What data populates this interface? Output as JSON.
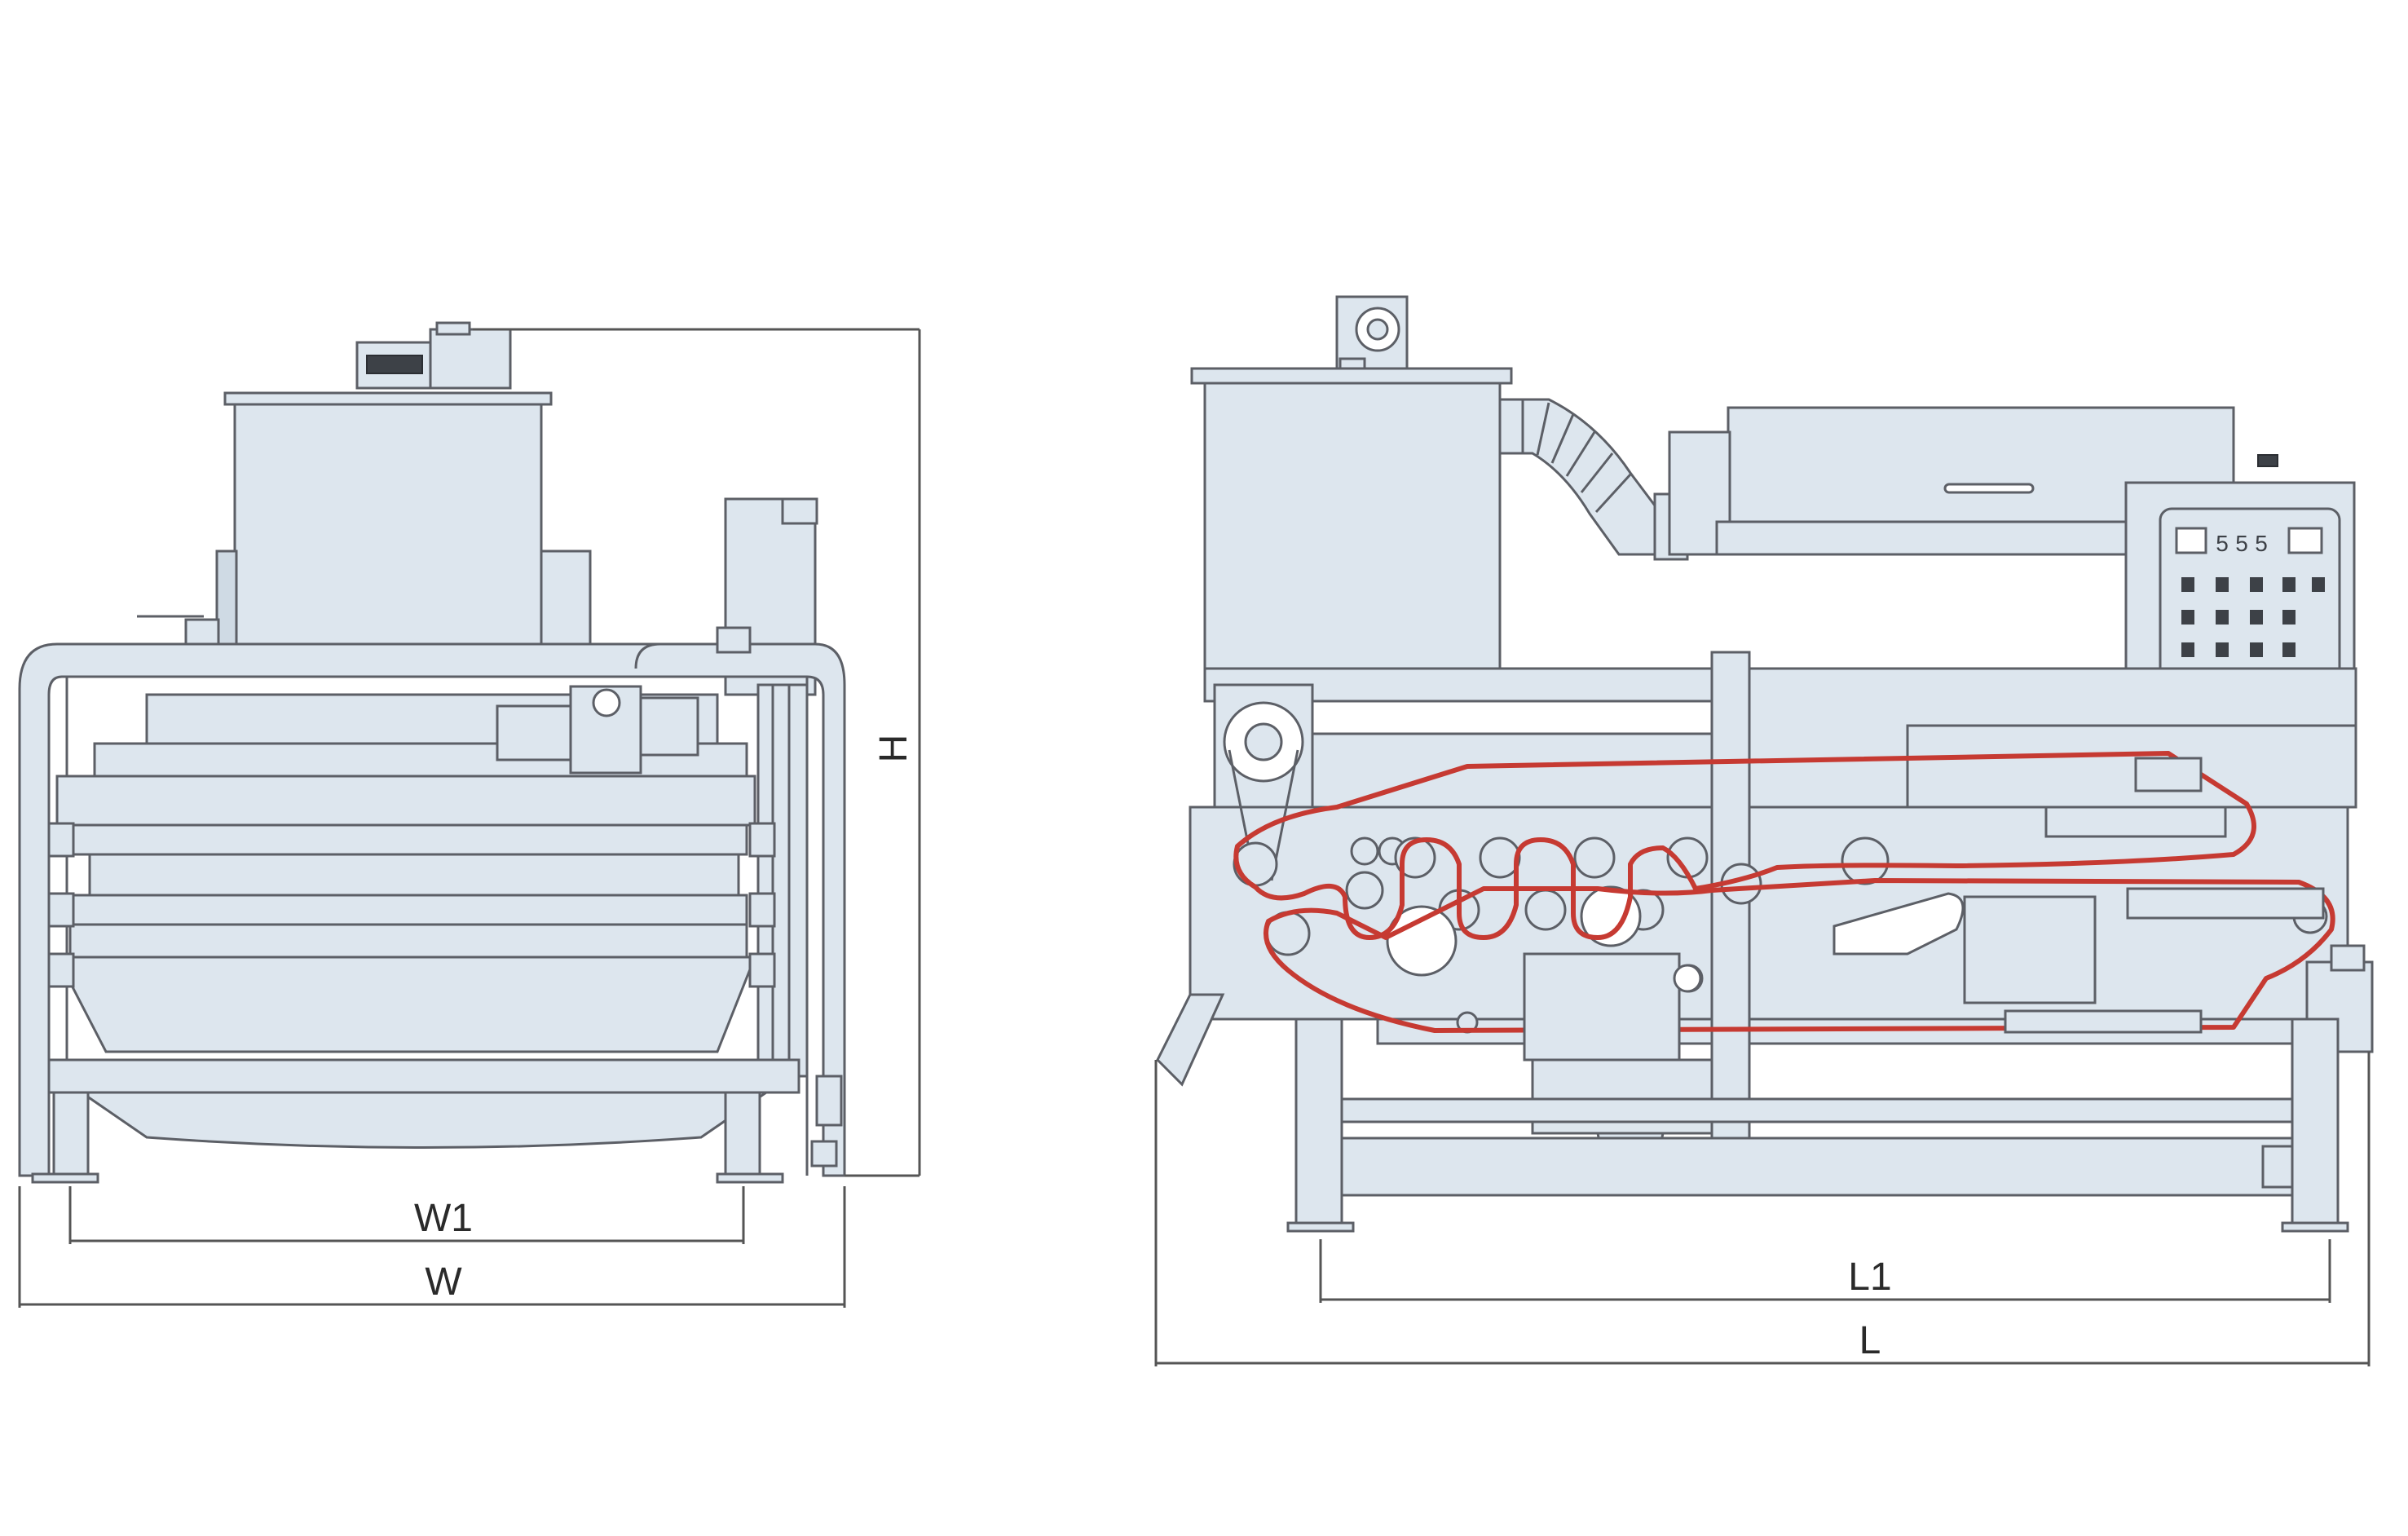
{
  "front_view": {
    "dimensions": {
      "height_label": "H",
      "inner_width_label": "W1",
      "overall_width_label": "W"
    }
  },
  "side_view": {
    "dimensions": {
      "inner_length_label": "L1",
      "overall_length_label": "L"
    },
    "control_panel": {
      "display_digits": [
        "5",
        "5",
        "5"
      ]
    }
  },
  "colors": {
    "body_fill": "#dde6ee",
    "outline": "#5c5f66",
    "belt": "#c63a32",
    "background": "#ffffff"
  }
}
